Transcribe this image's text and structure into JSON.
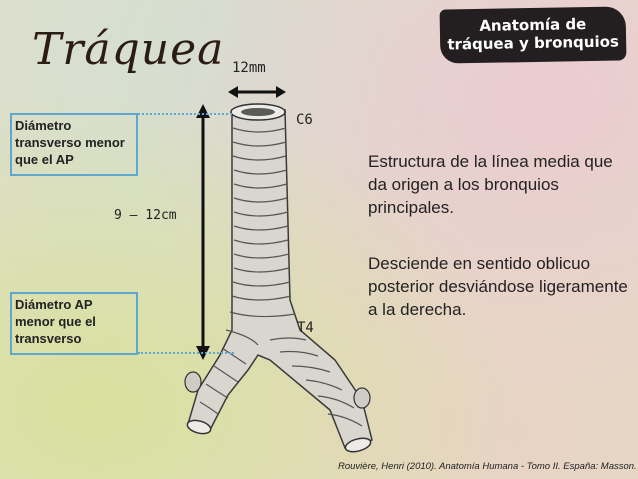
{
  "title": "Tráquea",
  "badge": {
    "line1": "Anatomía de",
    "line2": "tráquea y bronquios"
  },
  "annotations": {
    "width_label": "12mm",
    "c6_label": "C6",
    "t4_label": "T4",
    "length_label": "9 – 12cm",
    "box_upper": "Diámetro transverso menor que el AP",
    "box_lower": "Diámetro AP menor que el transverso"
  },
  "description": {
    "p1": "Estructura de la línea media que da origen a los bronquios principales.",
    "p2": "Desciende en sentido oblicuo posterior desviándose ligeramente a la derecha."
  },
  "citation": "Rouvière, Henri (2010). Anatomía Humana - Tomo II. España: Masson.",
  "colors": {
    "accent_blue": "#5ea8cf",
    "badge_bg": "#231f20",
    "ink": "#222222"
  }
}
